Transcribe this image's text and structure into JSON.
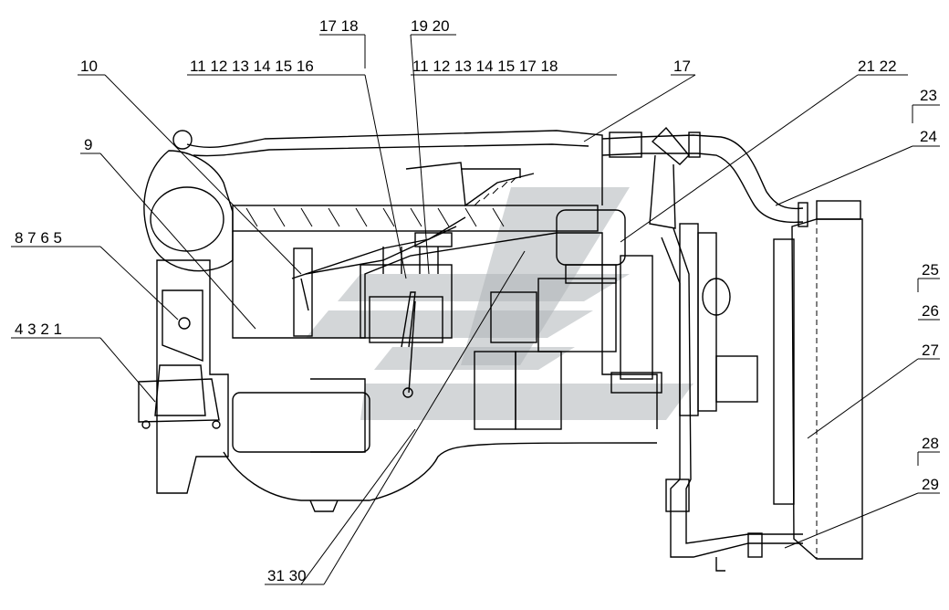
{
  "diagram": {
    "callouts": [
      {
        "id": "c-17-18-top",
        "label": "17 18"
      },
      {
        "id": "c-19-20",
        "label": "19 20"
      },
      {
        "id": "c-11-16",
        "label": "11 12 13 14 15 16"
      },
      {
        "id": "c-11-18",
        "label": "11 12 13 14 15 17 18"
      },
      {
        "id": "c-10",
        "label": "10"
      },
      {
        "id": "c-17",
        "label": "17"
      },
      {
        "id": "c-21-22",
        "label": "21 22"
      },
      {
        "id": "c-23",
        "label": "23"
      },
      {
        "id": "c-24",
        "label": "24"
      },
      {
        "id": "c-9",
        "label": "9"
      },
      {
        "id": "c-8-5",
        "label": "8 7 6 5"
      },
      {
        "id": "c-4-1",
        "label": "4 3 2 1"
      },
      {
        "id": "c-25",
        "label": "25"
      },
      {
        "id": "c-26",
        "label": "26"
      },
      {
        "id": "c-27",
        "label": "27"
      },
      {
        "id": "c-28",
        "label": "28"
      },
      {
        "id": "c-29",
        "label": "29"
      },
      {
        "id": "c-31-30",
        "label": "31 30"
      }
    ],
    "colors": {
      "line": "#000000",
      "background": "#ffffff",
      "watermark": "#aeb4b8"
    }
  }
}
